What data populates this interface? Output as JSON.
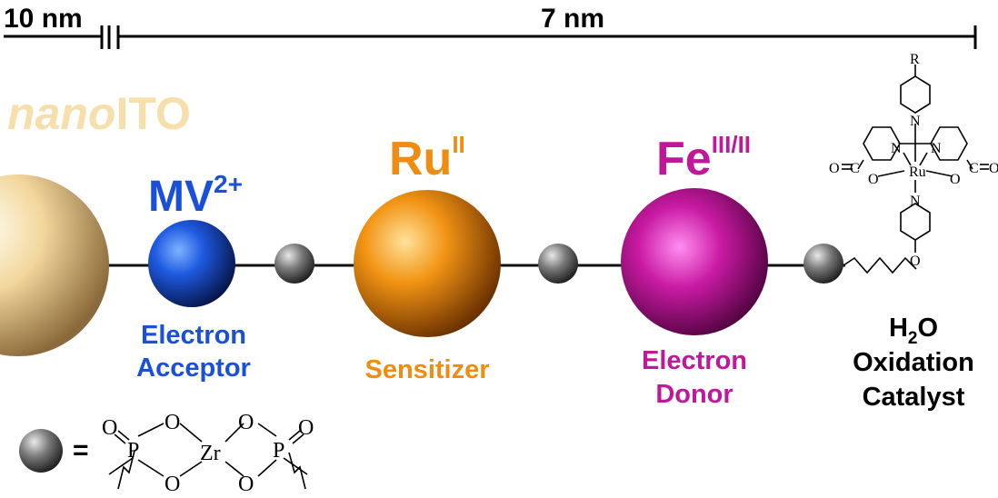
{
  "scale": {
    "left_label": "10 nm",
    "right_label": "7 nm"
  },
  "electrode": {
    "label_italic": "nano",
    "label_rest": "ITO",
    "color": "#f6dfaa"
  },
  "components": {
    "acceptor": {
      "symbol": "MV",
      "sup": "2+",
      "line1": "Electron",
      "line2": "Acceptor",
      "color": "#1a4fd8"
    },
    "sensitizer": {
      "symbol": "Ru",
      "sup": "II",
      "line1": "Sensitizer",
      "color": "#f08c10"
    },
    "donor": {
      "symbol": "Fe",
      "sup": "III/II",
      "line1": "Electron",
      "line2": "Donor",
      "color": "#c0189a"
    },
    "catalyst": {
      "line1_main": "H",
      "line1_sub": "2",
      "line1_tail": "O",
      "line2": "Oxidation",
      "line3": "Catalyst",
      "color": "#000000"
    }
  },
  "catalyst_structure": {
    "r": "R",
    "n_top": "N",
    "n_left": "N",
    "n_right": "N",
    "n_bottom": "N",
    "ru": "Ru",
    "o_left_carbonyl": "O",
    "c_left": "C",
    "o_left": "O",
    "o_right": "O",
    "c_right": "C",
    "o_right_carbonyl": "O",
    "o_linker": "O"
  },
  "legend": {
    "equals": "=",
    "p_left": "P",
    "o_top_left": "O",
    "o_bottom_left": "O",
    "zr": "Zr",
    "o_top_right": "O",
    "o_bottom_right": "O",
    "p_right": "P",
    "o_left": "O",
    "o_right": "O"
  }
}
